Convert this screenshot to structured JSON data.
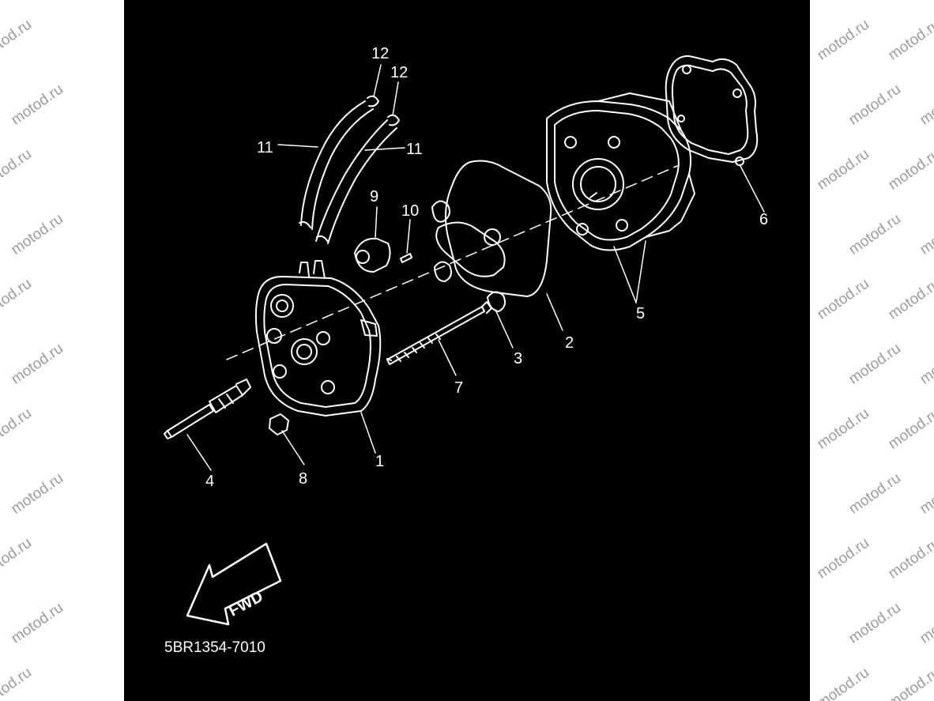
{
  "watermark": {
    "text": "motod.ru",
    "color": "#9c9c9c"
  },
  "panel": {
    "background": "#000000",
    "line_color": "#ffffff"
  },
  "callouts": {
    "n1": "1",
    "n2": "2",
    "n3": "3",
    "n4": "4",
    "n5": "5",
    "n6": "6",
    "n7": "7",
    "n8": "8",
    "n9": "9",
    "n10": "10",
    "n11a": "11",
    "n11b": "11",
    "n12a": "12",
    "n12b": "12"
  },
  "direction_arrow": {
    "label": "FWD"
  },
  "catalog_code": "5BR1354-7010"
}
